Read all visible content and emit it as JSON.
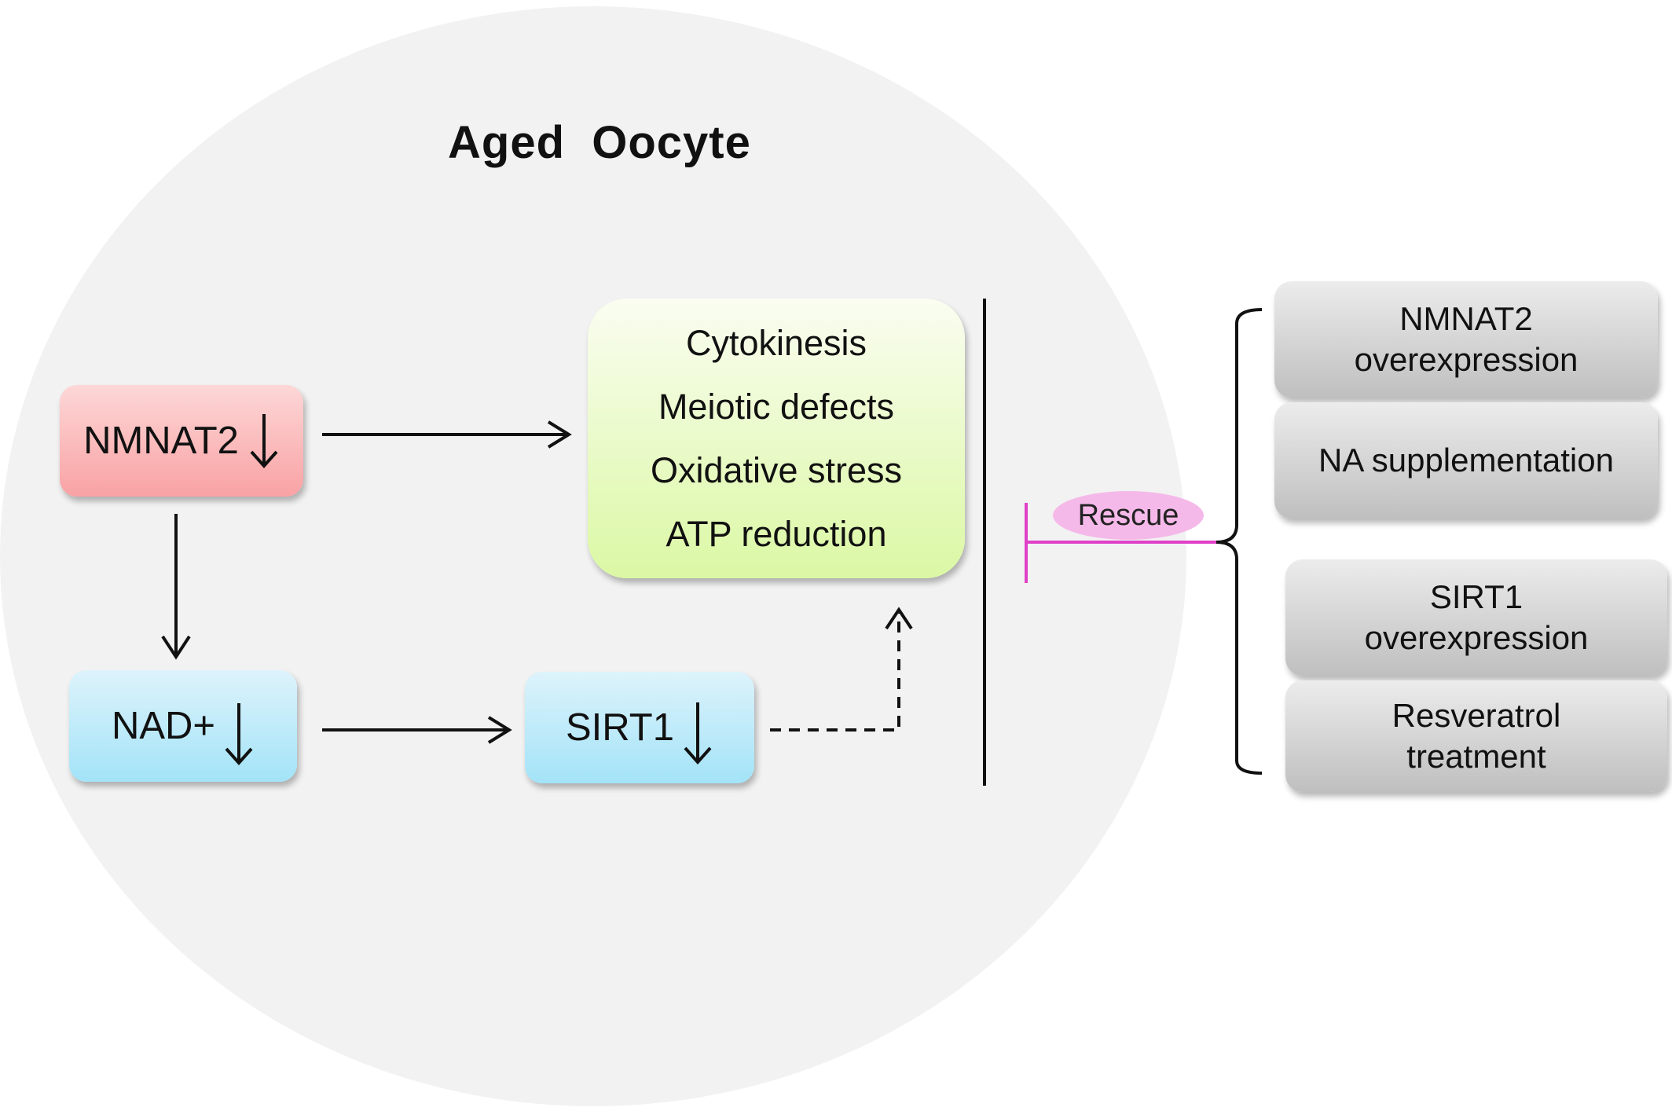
{
  "title": "Aged  Oocyte",
  "nodes": {
    "nmnat2": "NMNAT2",
    "nad": "NAD+",
    "sirt1": "SIRT1",
    "effects": [
      "Cytokinesis",
      "Meiotic defects",
      "Oxidative stress",
      "ATP reduction"
    ]
  },
  "rescue_label": "Rescue",
  "treatments": [
    [
      "NMNAT2",
      "overexpression"
    ],
    [
      "NA supplementation"
    ],
    [
      "SIRT1",
      "overexpression"
    ],
    [
      "Resveratrol",
      "treatment"
    ]
  ],
  "colors": {
    "nmnat2_box": "#f9a2a4",
    "nad_sirt1_box": "#a3e3f8",
    "effects_box": "#dbf8a4",
    "treatment_box": "#bfbfbf",
    "rescue": "#e040c8",
    "cell": "#f2f2f2"
  },
  "icons": {
    "decrease": "down-arrow-icon"
  }
}
